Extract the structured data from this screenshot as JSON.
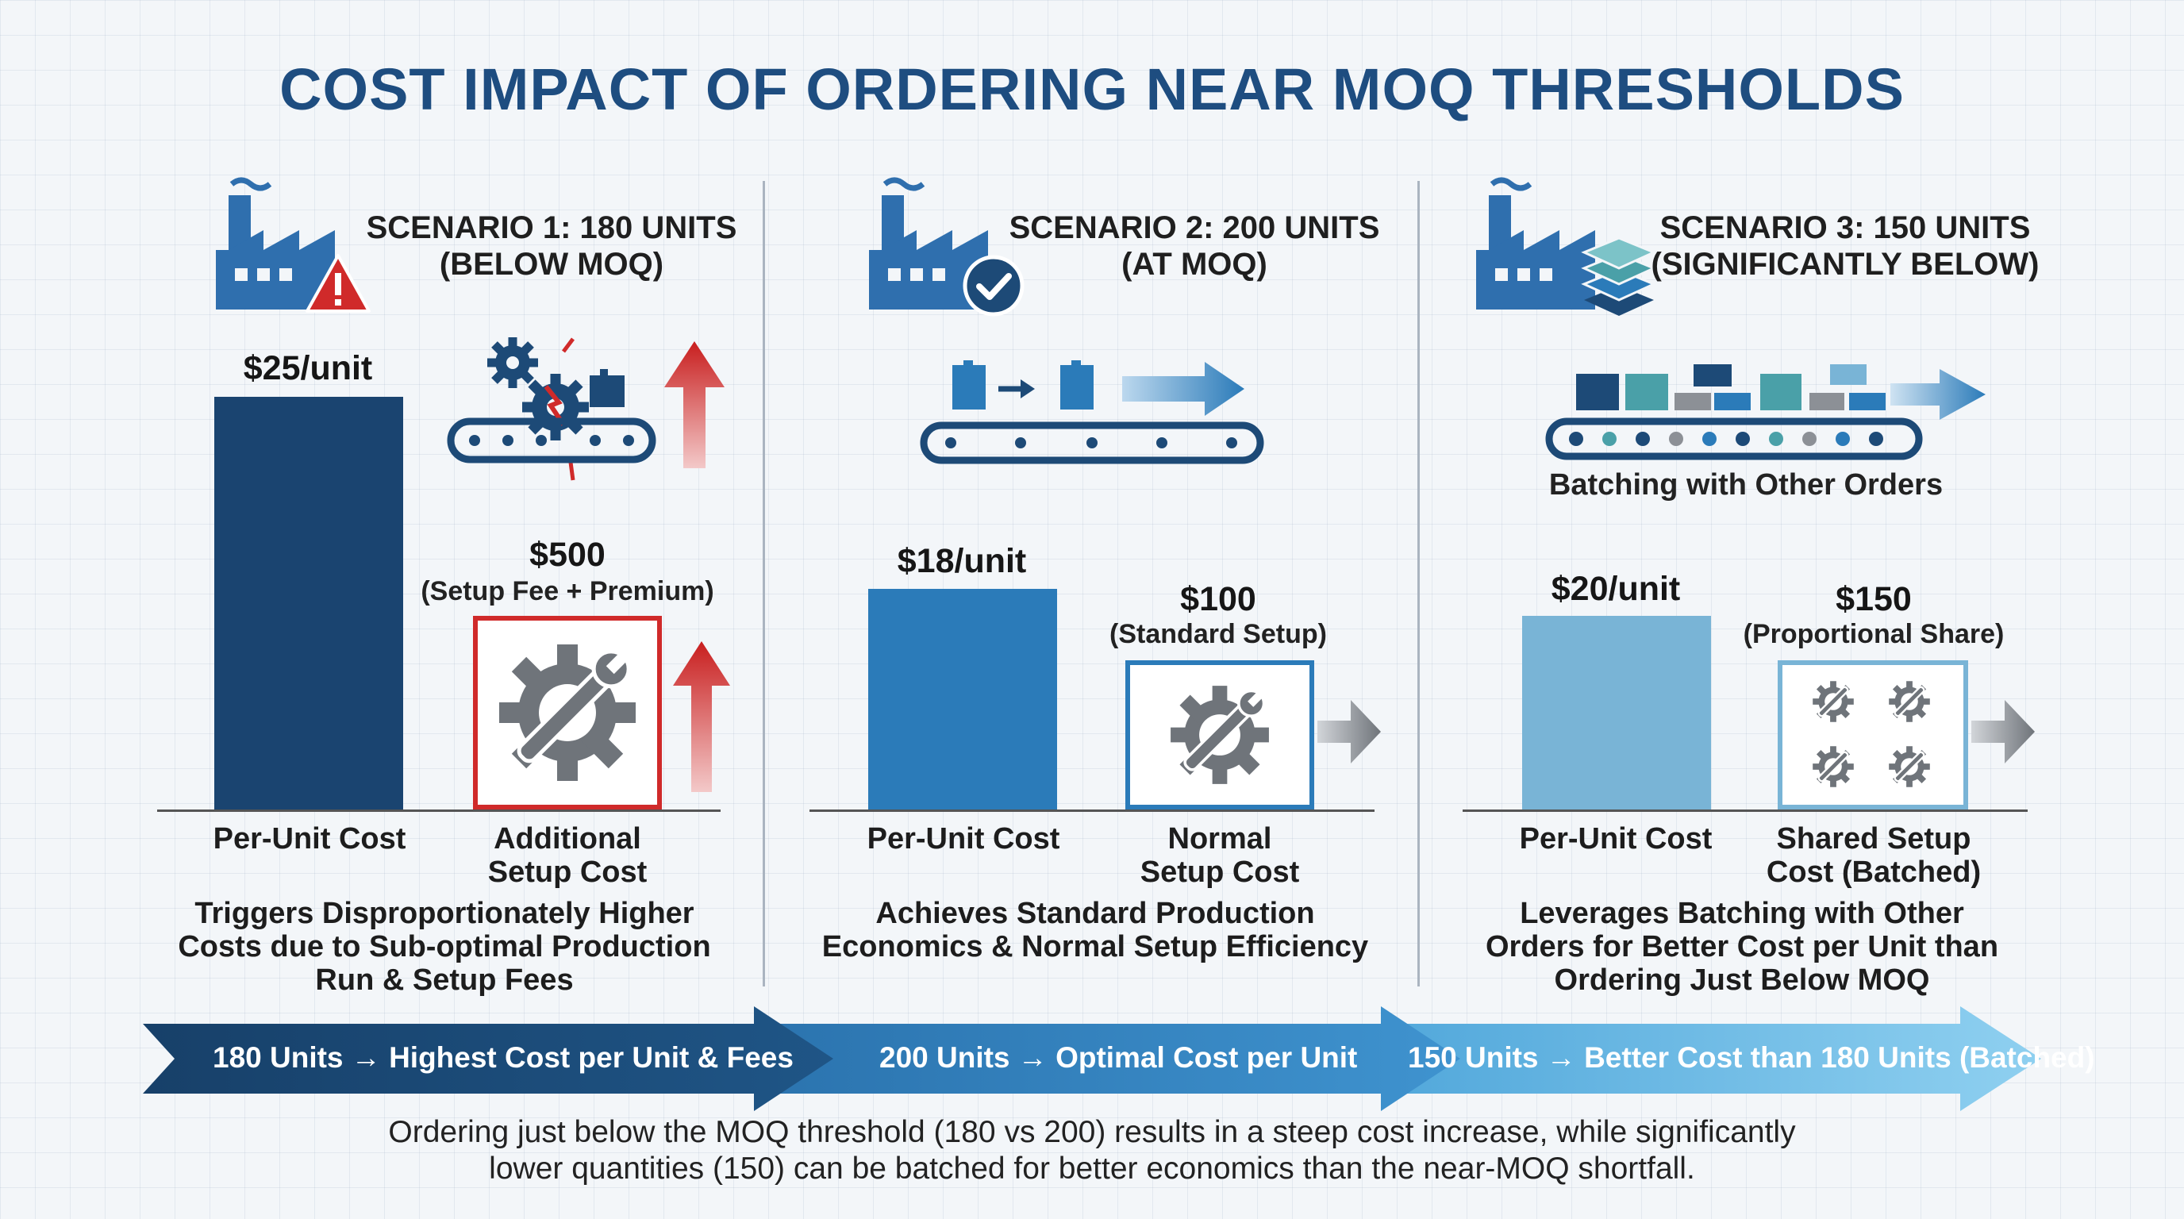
{
  "title": "COST IMPACT OF ORDERING NEAR MOQ THRESHOLDS",
  "scenarios": [
    {
      "title_line1": "SCENARIO 1: 180 UNITS",
      "title_line2": "(BELOW MOQ)",
      "status_icon": "warning-icon",
      "per_unit_price": "$25/unit",
      "setup_price": "$500",
      "setup_note": "(Setup Fee + Premium)",
      "cat_unit": "Per-Unit Cost",
      "cat_setup_line1": "Additional",
      "cat_setup_line2": "Setup Cost",
      "desc": [
        "Triggers Disproportionately Higher",
        "Costs due to Sub-optimal Production",
        "Run & Setup Fees"
      ],
      "flow": "180 Units → Highest Cost per Unit & Fees"
    },
    {
      "title_line1": "SCENARIO 2: 200 UNITS",
      "title_line2": "(AT MOQ)",
      "status_icon": "checkmark-icon",
      "per_unit_price": "$18/unit",
      "setup_price": "$100",
      "setup_note": "(Standard Setup)",
      "cat_unit": "Per-Unit Cost",
      "cat_setup_line1": "Normal",
      "cat_setup_line2": "Setup Cost",
      "desc": [
        "Achieves Standard Production",
        "Economics & Normal Setup Efficiency"
      ],
      "flow": "200 Units → Optimal Cost per Unit"
    },
    {
      "title_line1": "SCENARIO 3: 150 UNITS",
      "title_line2": "(SIGNIFICANTLY BELOW)",
      "status_icon": "layers-icon",
      "per_unit_price": "$20/unit",
      "setup_price": "$150",
      "setup_note": "(Proportional Share)",
      "cat_unit": "Per-Unit Cost",
      "cat_setup_line1": "Shared Setup",
      "cat_setup_line2": "Cost (Batched)",
      "batching_label": "Batching with Other Orders",
      "desc": [
        "Leverages Batching with Other",
        "Orders for Better Cost per Unit than",
        "Ordering Just Below MOQ"
      ],
      "flow": "150 Units → Better Cost than 180 Units (Batched)"
    }
  ],
  "footer": {
    "line1": "Ordering just below the MOQ threshold (180 vs 200) results in a steep cost increase, while significantly",
    "line2": "lower quantities (150) can be batched for better economics than the near-MOQ shortfall."
  },
  "colors": {
    "title": "#1e4d80",
    "scenario1_bar": "#1a4470",
    "scenario2_bar": "#2b7bb9",
    "scenario3_bar": "#79b4d6",
    "alert_red": "#d02a2a",
    "gear_gray": "#6f747a",
    "flow1": "#1d4a77",
    "flow2": "#2c7dbd",
    "flow3": "#6fb6e0"
  }
}
